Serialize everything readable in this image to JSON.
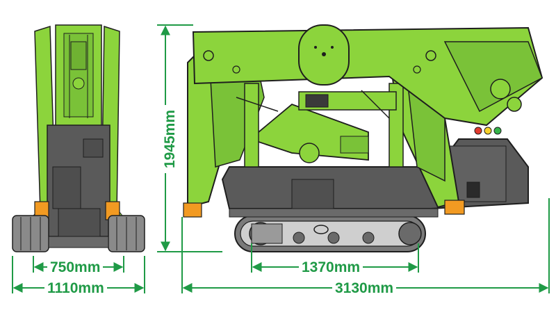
{
  "colors": {
    "machine_green": "#8cd43c",
    "machine_green_dark": "#5aa82a",
    "body_gray": "#5a5a5a",
    "track_gray": "#7a7a7a",
    "outline": "#1e1e1e",
    "dimension": "#1f9a46",
    "warning_amber": "#f29a22",
    "light_red": "#e23b2e",
    "light_yellow": "#f7d12a",
    "light_green": "#35b34a"
  },
  "dimensions": {
    "track_gauge": "750mm",
    "overall_width": "1110mm",
    "crawler_length": "1370mm",
    "overall_length": "3130mm",
    "overall_height": "1945mm"
  },
  "icons": {
    "front_view": "spider-crane-front-view",
    "side_view": "spider-crane-side-view"
  }
}
